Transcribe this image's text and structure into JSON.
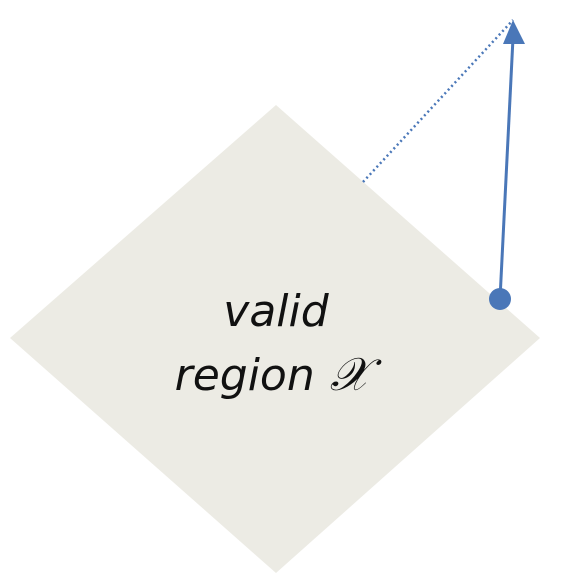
{
  "diagram": {
    "region_label_line1": "valid",
    "region_label_line2": "region",
    "region_symbol": "𝒳"
  },
  "colors": {
    "region_fill": "#ecebe4",
    "vector": "#4a77b8",
    "text": "#111111",
    "background": "#ffffff"
  }
}
